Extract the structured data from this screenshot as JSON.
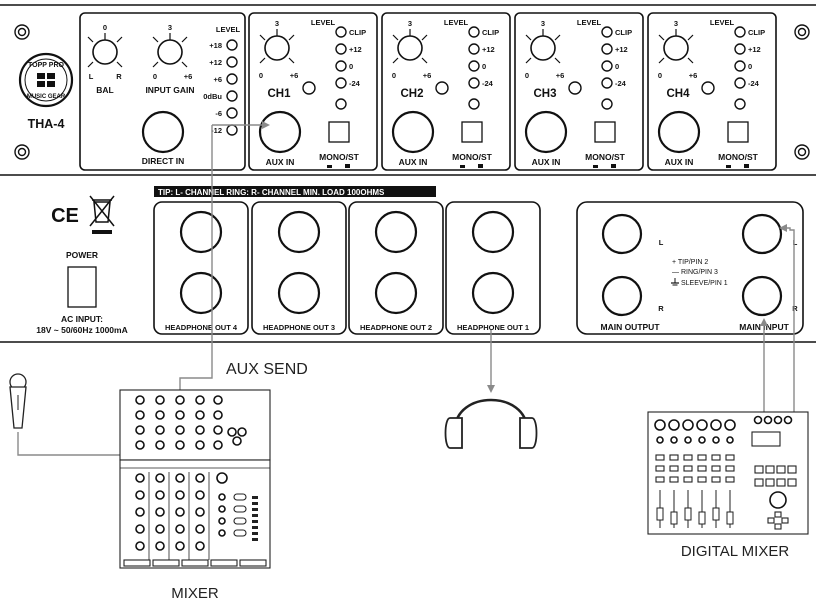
{
  "device": {
    "model": "THA-4",
    "logo": {
      "line1": "TOPP PRO",
      "line2": "MUSIC GEAR"
    },
    "master": {
      "bal_label": "BAL",
      "input_gain_label": "INPUT GAIN",
      "bal_marks": {
        "top": "0",
        "left": "L",
        "right": "R"
      },
      "gain_marks": {
        "top": "3",
        "left": "0",
        "right": "+6"
      },
      "level_title": "LEVEL",
      "level_leds": [
        "+18",
        "+12",
        "+6",
        "0dBu",
        "-6",
        "-12"
      ],
      "direct_in_label": "DIRECT IN"
    },
    "channels": [
      {
        "name": "CH1",
        "aux_label": "AUX IN",
        "mono_label": "MONO/ST"
      },
      {
        "name": "CH2",
        "aux_label": "AUX IN",
        "mono_label": "MONO/ST"
      },
      {
        "name": "CH3",
        "aux_label": "AUX IN",
        "mono_label": "MONO/ST"
      },
      {
        "name": "CH4",
        "aux_label": "AUX IN",
        "mono_label": "MONO/ST"
      }
    ],
    "channel_knob_marks": {
      "top": "3",
      "left": "0",
      "right": "+6"
    },
    "channel_level_title": "LEVEL",
    "channel_leds": [
      "CLIP",
      "+12",
      "0",
      "-24"
    ],
    "tip_note": "TIP: L- CHANNEL  RING: R- CHANNEL MIN. LOAD 100OHMS",
    "headphone_outputs": [
      "HEADPHONE OUT 4",
      "HEADPHONE OUT 3",
      "HEADPHONE OUT 2",
      "HEADPHONE OUT 1"
    ],
    "power": {
      "label": "POWER",
      "ac_input_line1": "AC INPUT:",
      "ac_input_line2": "18V ~ 50/60Hz 1000mA"
    },
    "ce_mark": "CE",
    "main": {
      "output_label": "MAIN OUTPUT",
      "input_label": "MAIN INPUT",
      "left": "L",
      "right": "R",
      "legend": [
        "+ TIP/PIN 2",
        "— RING/PIN 3",
        "SLEEVE/PIN 1"
      ]
    }
  },
  "external": {
    "aux_send": "AUX SEND",
    "mixer": "MIXER",
    "digital_mixer": "DIGITAL MIXER"
  },
  "icons": [
    "microphone-icon",
    "headphones-icon",
    "weee-bin-icon",
    "ground-icon"
  ]
}
